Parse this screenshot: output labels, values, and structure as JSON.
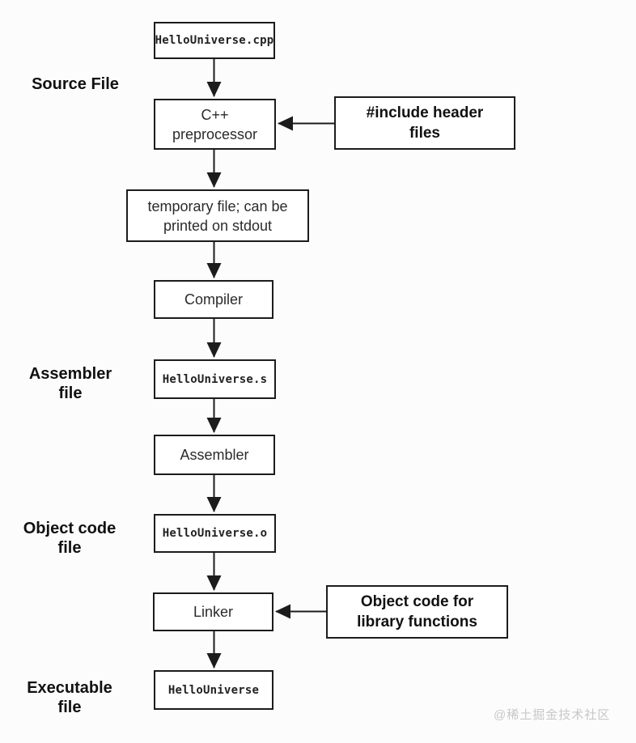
{
  "diagram": {
    "nodes": {
      "source_cpp": "HelloUniverse.cpp",
      "preprocessor": [
        "C++",
        "preprocessor"
      ],
      "include_headers": [
        "#include header",
        "files"
      ],
      "temp_file": [
        "temporary file; can be",
        "printed on stdout"
      ],
      "compiler": "Compiler",
      "assembler_output": "HelloUniverse.s",
      "assembler": "Assembler",
      "object_output": "HelloUniverse.o",
      "linker": "Linker",
      "library_object_code": [
        "Object code for",
        "library functions"
      ],
      "executable": "HelloUniverse"
    },
    "side_labels": {
      "source_file": "Source File",
      "assembler_file": [
        "Assembler",
        "file"
      ],
      "object_code_file": [
        "Object code",
        "file"
      ],
      "executable_file": [
        "Executable",
        "file"
      ]
    },
    "watermark": "@稀土掘金技术社区",
    "colors": {
      "background": "#fcfcfc",
      "box_fill": "#ffffff",
      "line": "#1c1c1c",
      "text": "#222222",
      "watermark": "#c7c7c7"
    }
  }
}
